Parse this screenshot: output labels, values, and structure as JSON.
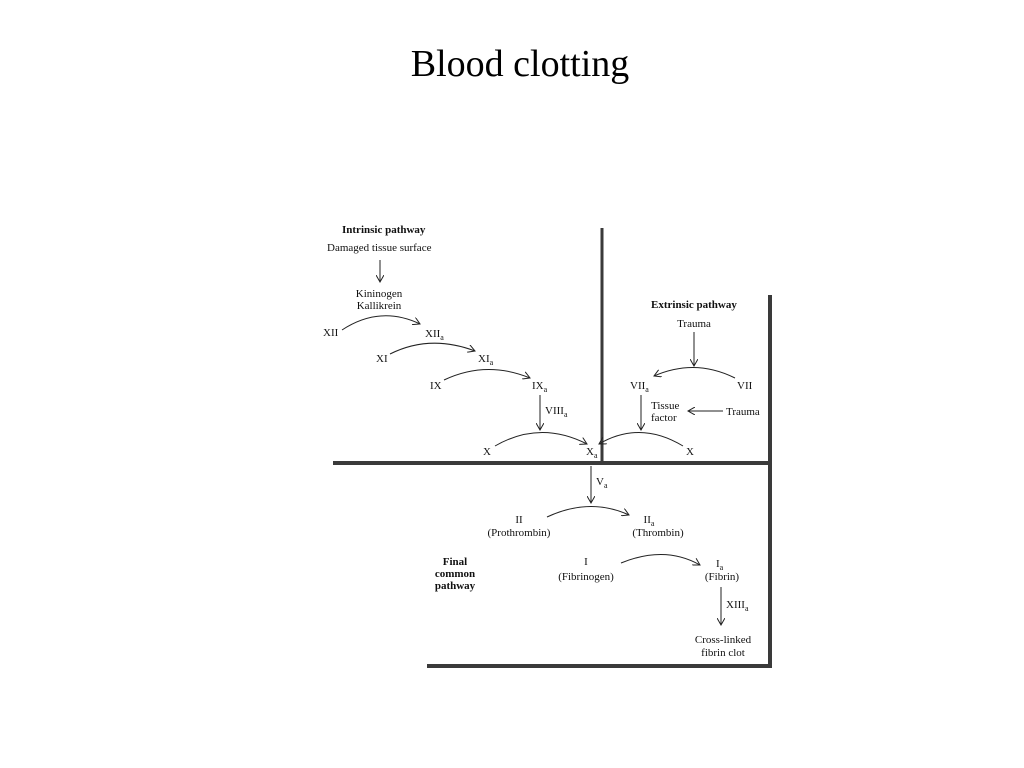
{
  "title": "Blood clotting",
  "intrinsic": {
    "heading": "Intrinsic pathway",
    "line1": "Damaged tissue surface",
    "kininogen": "Kininogen",
    "kallikrein": "Kallikrein",
    "xii": "XII",
    "xiia": "XII",
    "xi": "XI",
    "xia": "XI",
    "ix": "IX",
    "ixa": "IX",
    "viiia": "VIII",
    "x": "X"
  },
  "extrinsic": {
    "heading": "Extrinsic pathway",
    "trauma_top": "Trauma",
    "viia": "VII",
    "vii": "VII",
    "tissue": "Tissue",
    "factor": "factor",
    "trauma_side": "Trauma",
    "x": "X"
  },
  "common": {
    "xa": "X",
    "va": "V",
    "ii": "II",
    "prothrombin": "(Prothrombin)",
    "iia": "II",
    "thrombin": "(Thrombin)",
    "final1": "Final",
    "final2": "common",
    "final3": "pathway",
    "i": "I",
    "fibrinogen": "(Fibrinogen)",
    "ia": "I",
    "fibrin": "(Fibrin)",
    "xiiia": "XIII",
    "clot1": "Cross-linked",
    "clot2": "fibrin clot"
  },
  "subscript": "a"
}
